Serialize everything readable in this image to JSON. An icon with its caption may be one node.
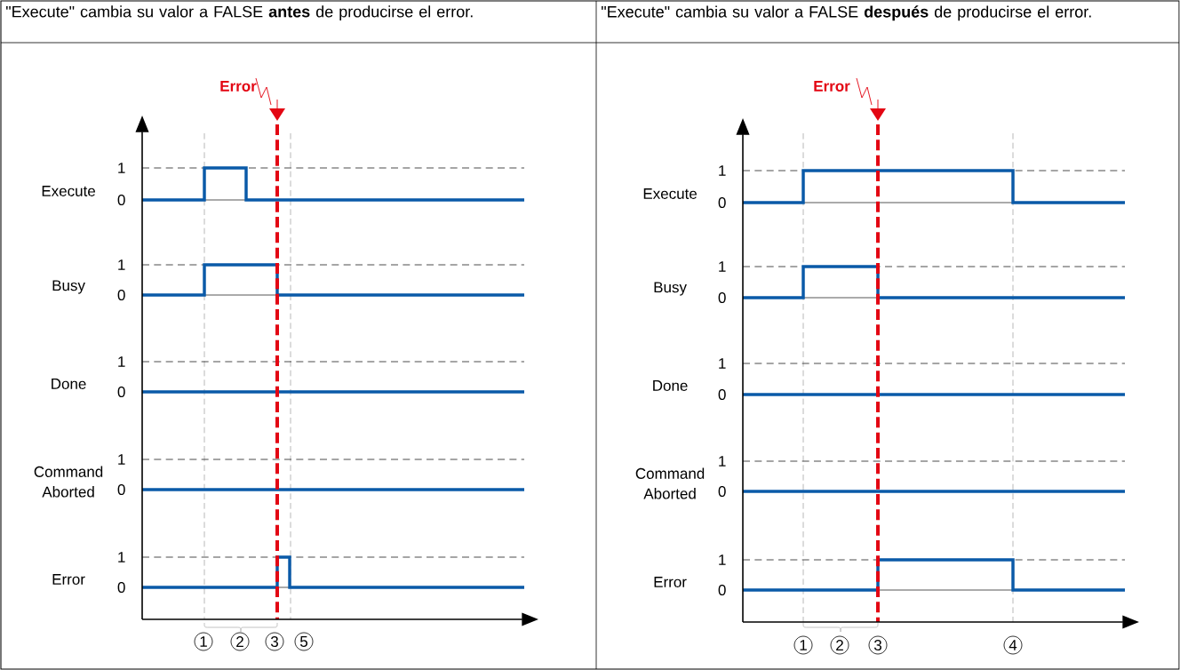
{
  "diagram": {
    "labels": [
      "\"Execute\" cambia su valor a FALSE **antes** de producirse el error.",
      "\"Execute\" cambia su valor a FALSE **después** de producirse el error.",
      "Error",
      "1",
      "Execute",
      "0",
      "1",
      "Busy",
      "0",
      "1",
      "Done",
      "0",
      "1",
      "Command Aborted",
      "0",
      "1",
      "Error",
      "0",
      "1",
      "2",
      "3",
      "5",
      "Error",
      "1",
      "Execute",
      "0",
      "1",
      "Busy",
      "0",
      "1",
      "Done",
      "0",
      "1",
      "Command Aborted",
      "0",
      "1",
      "Error",
      "0",
      "1",
      "2",
      "3",
      "4"
    ]
  }
}
